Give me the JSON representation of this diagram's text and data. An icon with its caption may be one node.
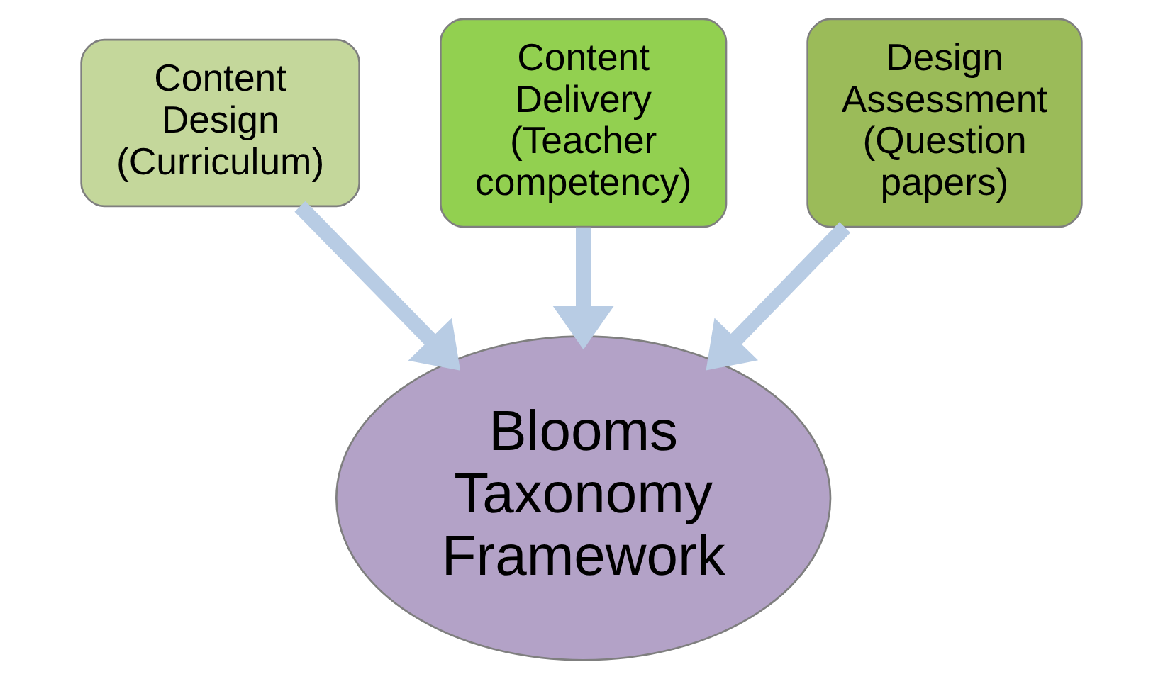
{
  "diagram": {
    "nodes": [
      {
        "text": [
          "Content Design (Curriculum)"
        ]
      },
      {
        "text": [
          "Content Delivery (Teacher competency)"
        ]
      },
      {
        "text": [
          "Design Assessment (Question papers)"
        ]
      },
      {
        "text": [
          "Blooms Taxonomy Framework"
        ]
      }
    ],
    "edges": [
      {
        "from": 0,
        "to": 3,
        "arrow": "to"
      },
      {
        "from": 1,
        "to": 3,
        "arrow": "to"
      },
      {
        "from": 2,
        "to": 3,
        "arrow": "to"
      }
    ]
  }
}
